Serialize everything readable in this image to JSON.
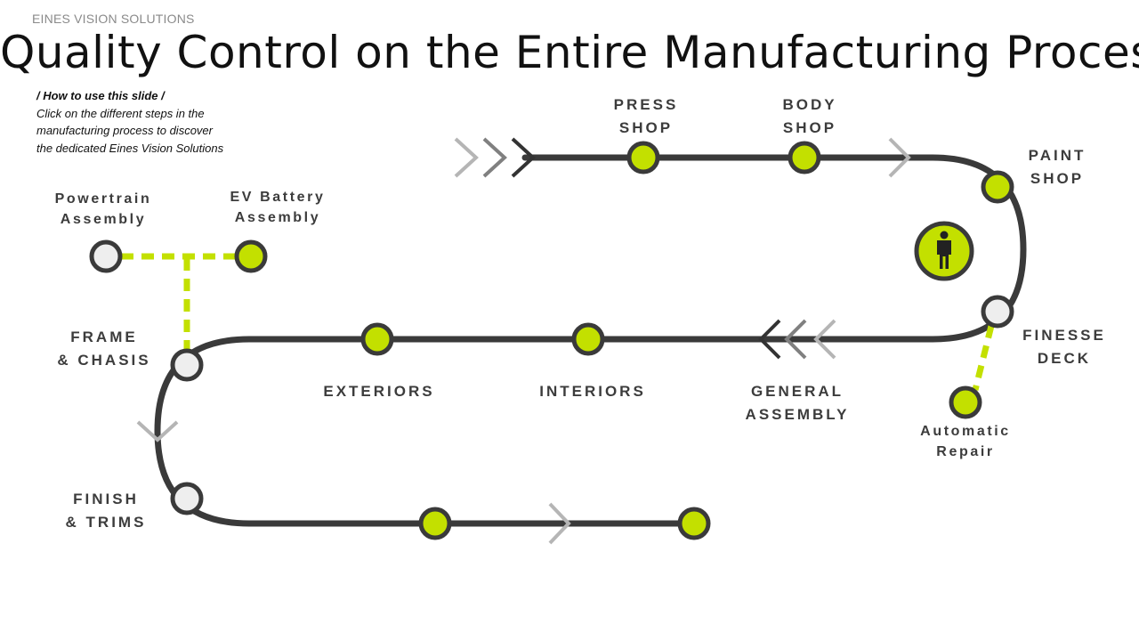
{
  "header": {
    "brand": "EINES VISION SOLUTIONS",
    "title": "Quality Control on the Entire Manufacturing Process"
  },
  "howto": {
    "heading": "/ How to use this slide /",
    "lines": [
      "Click on the different steps in the",
      "manufacturing process to discover",
      "the dedicated Eines Vision Solutions"
    ]
  },
  "colors": {
    "track": "#3a3a3a",
    "accent": "#c3e000",
    "inactive": "#eeeeee",
    "chevron_light": "#b5b5b5",
    "chevron_mid": "#808080",
    "chevron_dark": "#333333"
  },
  "steps": {
    "press_shop": [
      "PRESS",
      "SHOP"
    ],
    "body_shop": [
      "BODY",
      "SHOP"
    ],
    "paint_shop": [
      "PAINT",
      "SHOP"
    ],
    "finesse_deck": [
      "FINESSE",
      "DECK"
    ],
    "automatic_repair": [
      "Automatic",
      "Repair"
    ],
    "general_assembly": [
      "GENERAL",
      "ASSEMBLY"
    ],
    "interiors": [
      "INTERIORS"
    ],
    "exteriors": [
      "EXTERIORS"
    ],
    "frame_chasis": [
      "FRAME",
      "& CHASIS"
    ],
    "powertrain_assembly": [
      "Powertrain",
      "Assembly"
    ],
    "ev_battery_assembly": [
      "EV Battery",
      "Assembly"
    ],
    "finish_trims": [
      "FINISH",
      "& TRIMS"
    ]
  },
  "icons": {
    "operator": "person-icon"
  }
}
